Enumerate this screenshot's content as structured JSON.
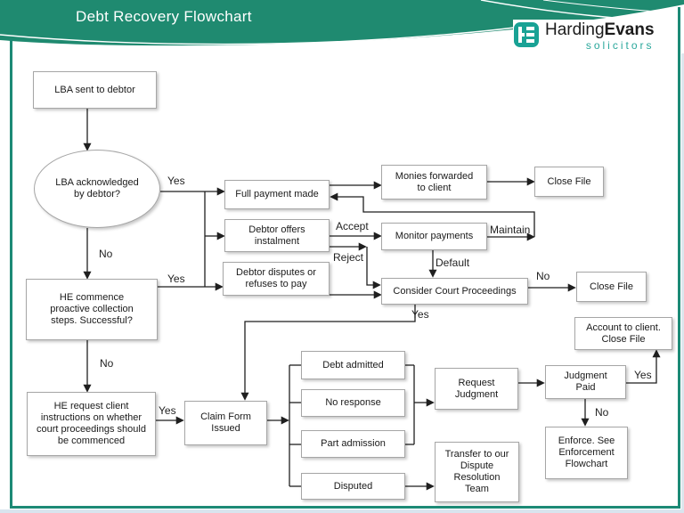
{
  "header": {
    "title": "Debt Recovery Flowchart",
    "logo": {
      "monogram": "HE",
      "name_part1": "Harding",
      "name_part2": "Evans",
      "tagline": "solicitors"
    }
  },
  "colors": {
    "header_teal": "#1f8a70",
    "border_teal": "#1c8a76",
    "logo_teal": "#19a295",
    "tagline_teal": "#2aa79b",
    "box_border_gray": "#a6a6a6",
    "arrow_black": "#1f1f1f"
  },
  "nodes": [
    {
      "id": "lba_sent",
      "label": "LBA sent to debtor"
    },
    {
      "id": "lba_ack",
      "label": "LBA acknowledged\nby debtor?"
    },
    {
      "id": "he_commence",
      "label": "HE commence\nproactive collection\nsteps.  Successful?"
    },
    {
      "id": "he_request",
      "label": "HE request client\ninstructions on whether\ncourt proceedings should\nbe commenced"
    },
    {
      "id": "full_payment",
      "label": "Full payment made"
    },
    {
      "id": "debtor_offers",
      "label": "Debtor offers\ninstalment"
    },
    {
      "id": "debtor_disputes",
      "label": "Debtor disputes or\nrefuses to pay"
    },
    {
      "id": "monies",
      "label": "Monies forwarded\nto client"
    },
    {
      "id": "close_file_1",
      "label": "Close File"
    },
    {
      "id": "monitor",
      "label": "Monitor payments"
    },
    {
      "id": "consider",
      "label": "Consider Court Proceedings"
    },
    {
      "id": "close_file_2",
      "label": "Close File"
    },
    {
      "id": "account",
      "label": "Account to client.\nClose File"
    },
    {
      "id": "claim",
      "label": "Claim Form\nIssued"
    },
    {
      "id": "debt_admitted",
      "label": "Debt admitted"
    },
    {
      "id": "no_response",
      "label": "No response"
    },
    {
      "id": "part_admission",
      "label": "Part admission"
    },
    {
      "id": "disputed",
      "label": "Disputed"
    },
    {
      "id": "request_judgment",
      "label": "Request\nJudgment"
    },
    {
      "id": "judgment_paid",
      "label": "Judgment\nPaid"
    },
    {
      "id": "enforce",
      "label": "Enforce.  See\nEnforcement\nFlowchart"
    },
    {
      "id": "transfer",
      "label": "Transfer to our\nDispute\nResolution\nTeam"
    }
  ],
  "edge_labels": [
    {
      "id": "yes_ack",
      "text": "Yes"
    },
    {
      "id": "no_ack",
      "text": "No"
    },
    {
      "id": "yes_commence",
      "text": "Yes"
    },
    {
      "id": "no_commence",
      "text": "No"
    },
    {
      "id": "yes_request",
      "text": "Yes"
    },
    {
      "id": "accept",
      "text": "Accept"
    },
    {
      "id": "reject",
      "text": "Reject"
    },
    {
      "id": "maintain",
      "text": "Maintain"
    },
    {
      "id": "default_lbl",
      "text": "Default"
    },
    {
      "id": "no_consider",
      "text": "No"
    },
    {
      "id": "yes_consider",
      "text": "Yes"
    },
    {
      "id": "yes_judgment",
      "text": "Yes"
    },
    {
      "id": "no_judgment",
      "text": "No"
    }
  ]
}
